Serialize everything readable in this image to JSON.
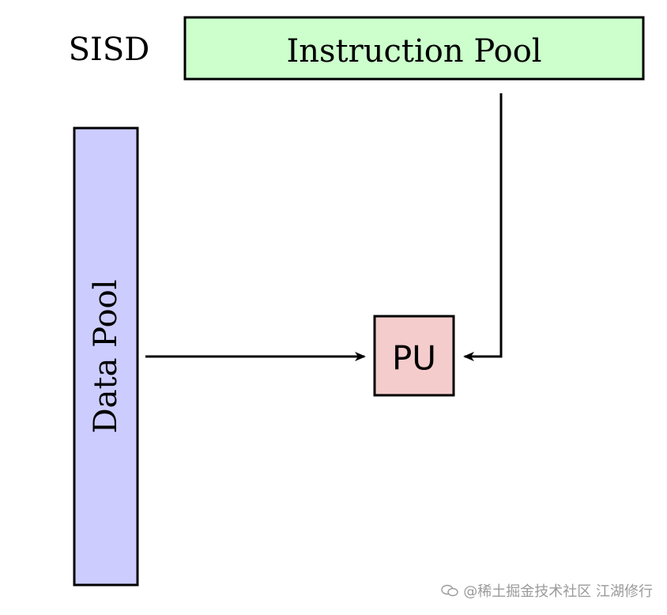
{
  "diagram": {
    "architecture_label": "SISD",
    "instruction_pool_label": "Instruction Pool",
    "data_pool_label": "Data Pool",
    "processing_unit_label": "PU"
  },
  "colors": {
    "instruction_pool_fill": "#ccffcc",
    "data_pool_fill": "#ccccff",
    "processing_unit_fill": "#f4cccc",
    "stroke": "#000000"
  },
  "watermark": {
    "text": "@稀土掘金技术社区 江湖修行"
  }
}
